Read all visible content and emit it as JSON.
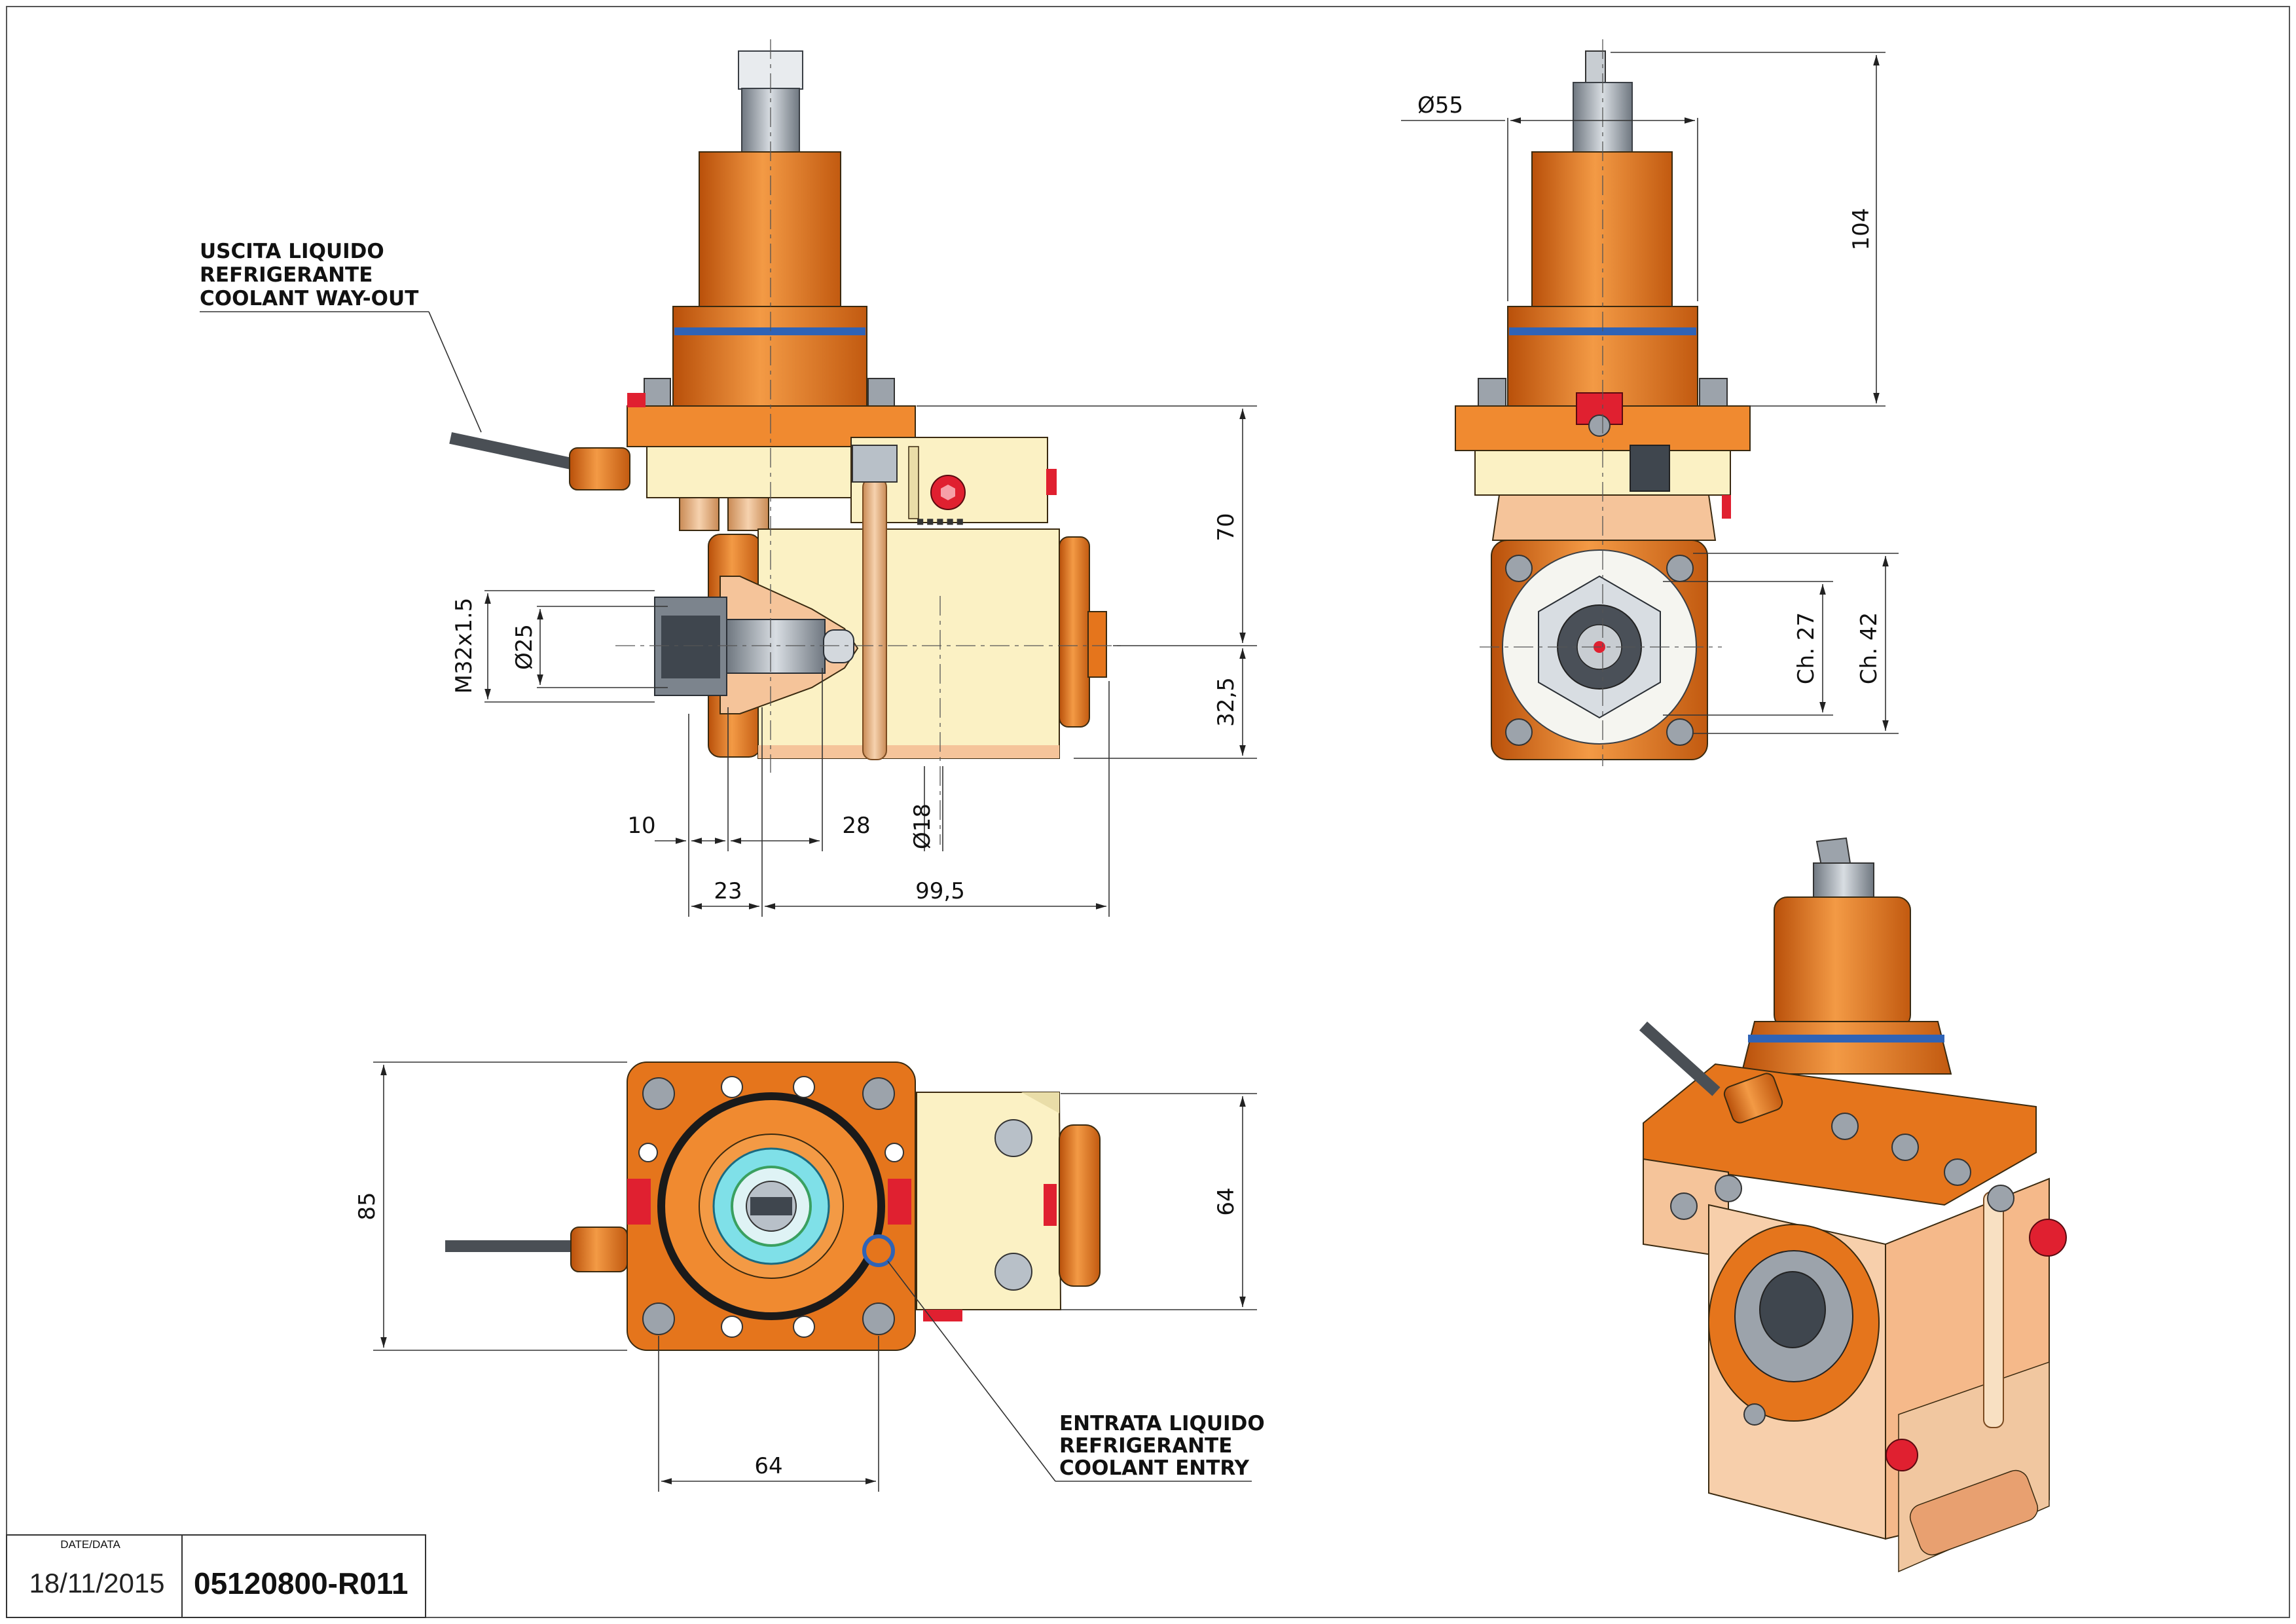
{
  "notes": {
    "coolant_out": [
      "USCITA LIQUIDO",
      "REFRIGERANTE",
      "COOLANT WAY-OUT"
    ],
    "coolant_in": [
      "ENTRATA LIQUIDO",
      "REFRIGERANTE",
      "COOLANT ENTRY"
    ]
  },
  "dimensions": {
    "front": {
      "d70": "70",
      "d32_5": "32,5",
      "m32": "M32x1.5",
      "d25": "Ø25",
      "d10": "10",
      "d28": "28",
      "d18": "Ø18",
      "d23": "23",
      "d99_5": "99,5"
    },
    "side": {
      "d55": "Ø55",
      "d104": "104",
      "ch27": "Ch. 27",
      "ch42": "Ch. 42"
    },
    "bottom": {
      "d85": "85",
      "d64v": "64",
      "d64h": "64"
    }
  },
  "title_block": {
    "date_label": "DATE/DATA",
    "date": "18/11/2015",
    "code": "05120800-R011"
  },
  "colors": {
    "orange": "#E5751C",
    "orange_dark": "#B9500A",
    "cream": "#FBF1C4",
    "peach": "#F5C49A",
    "seal_blue": "#2F63B6",
    "red": "#E02030",
    "steel": "#8E96A0"
  }
}
